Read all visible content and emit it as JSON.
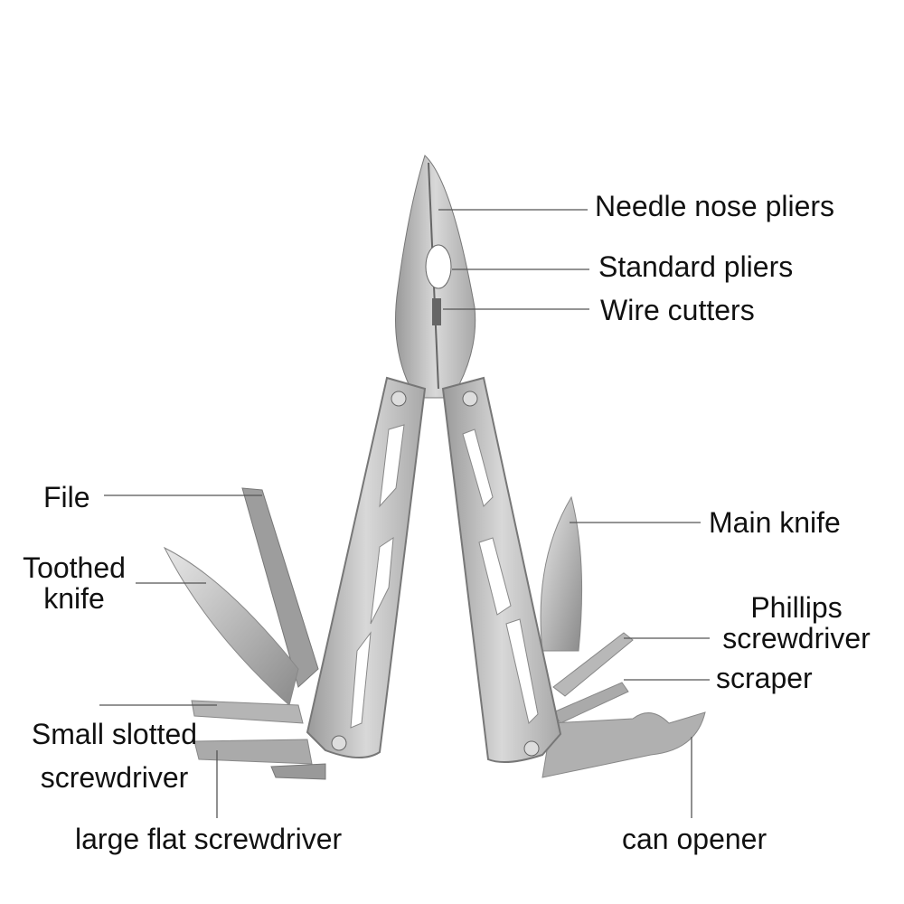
{
  "labels": {
    "needle_nose_pliers": "Needle nose pliers",
    "standard_pliers": "Standard pliers",
    "wire_cutters": "Wire cutters",
    "file": "File",
    "toothed_knife_1": "Toothed",
    "toothed_knife_2": "knife",
    "main_knife": "Main knife",
    "phillips_1": "Phillips",
    "phillips_2": "screwdriver",
    "scraper": "scraper",
    "small_slotted_1": "Small slotted",
    "small_slotted_2": "screwdriver",
    "large_flat": "large flat screwdriver",
    "can_opener": "can opener"
  },
  "colors": {
    "steel": "#c4c4c4",
    "steel_dark": "#8e8e8e",
    "line": "#555555"
  }
}
